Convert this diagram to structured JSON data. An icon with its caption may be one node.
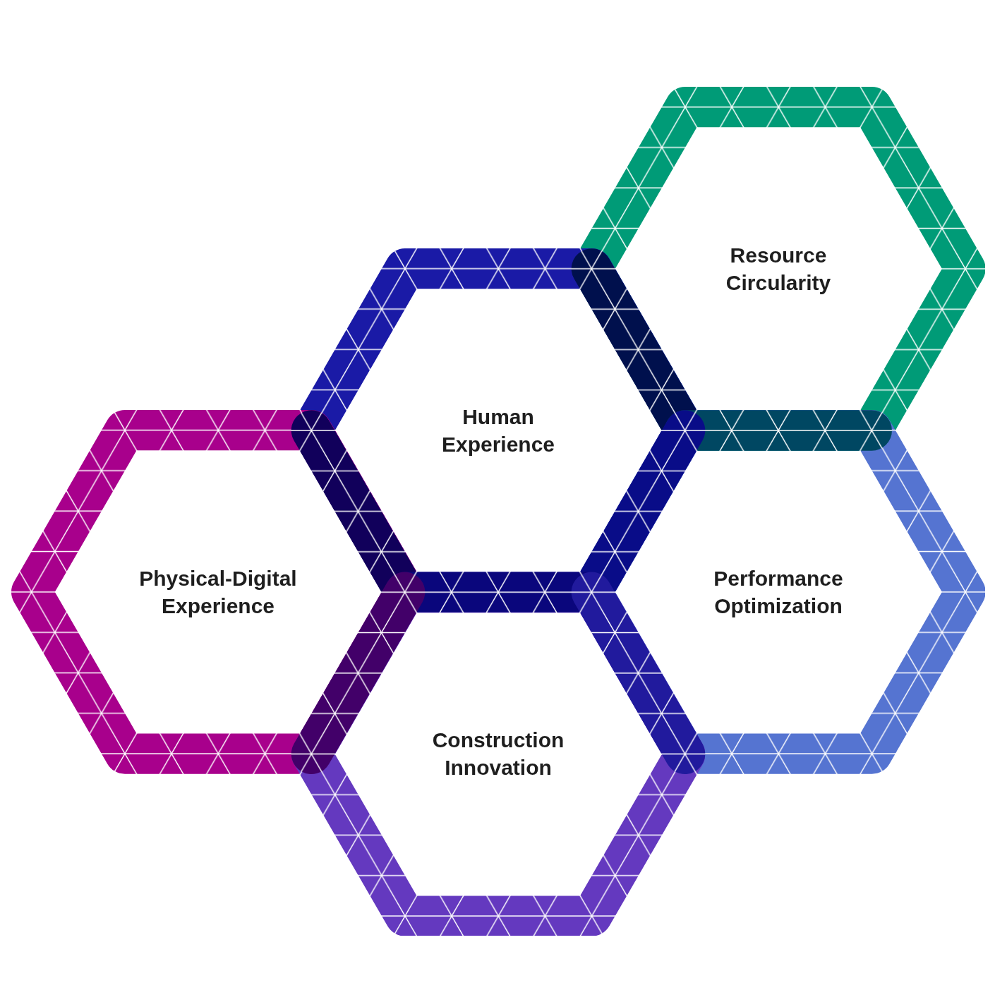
{
  "diagram": {
    "nodes": [
      {
        "text": [
          "Resource Circularity"
        ]
      },
      {
        "text": [
          "Human Experience"
        ]
      },
      {
        "text": [
          "Physical-Digital Experience"
        ]
      },
      {
        "text": [
          "Performance Optimization"
        ]
      },
      {
        "text": [
          "Construction Innovation"
        ]
      }
    ]
  }
}
